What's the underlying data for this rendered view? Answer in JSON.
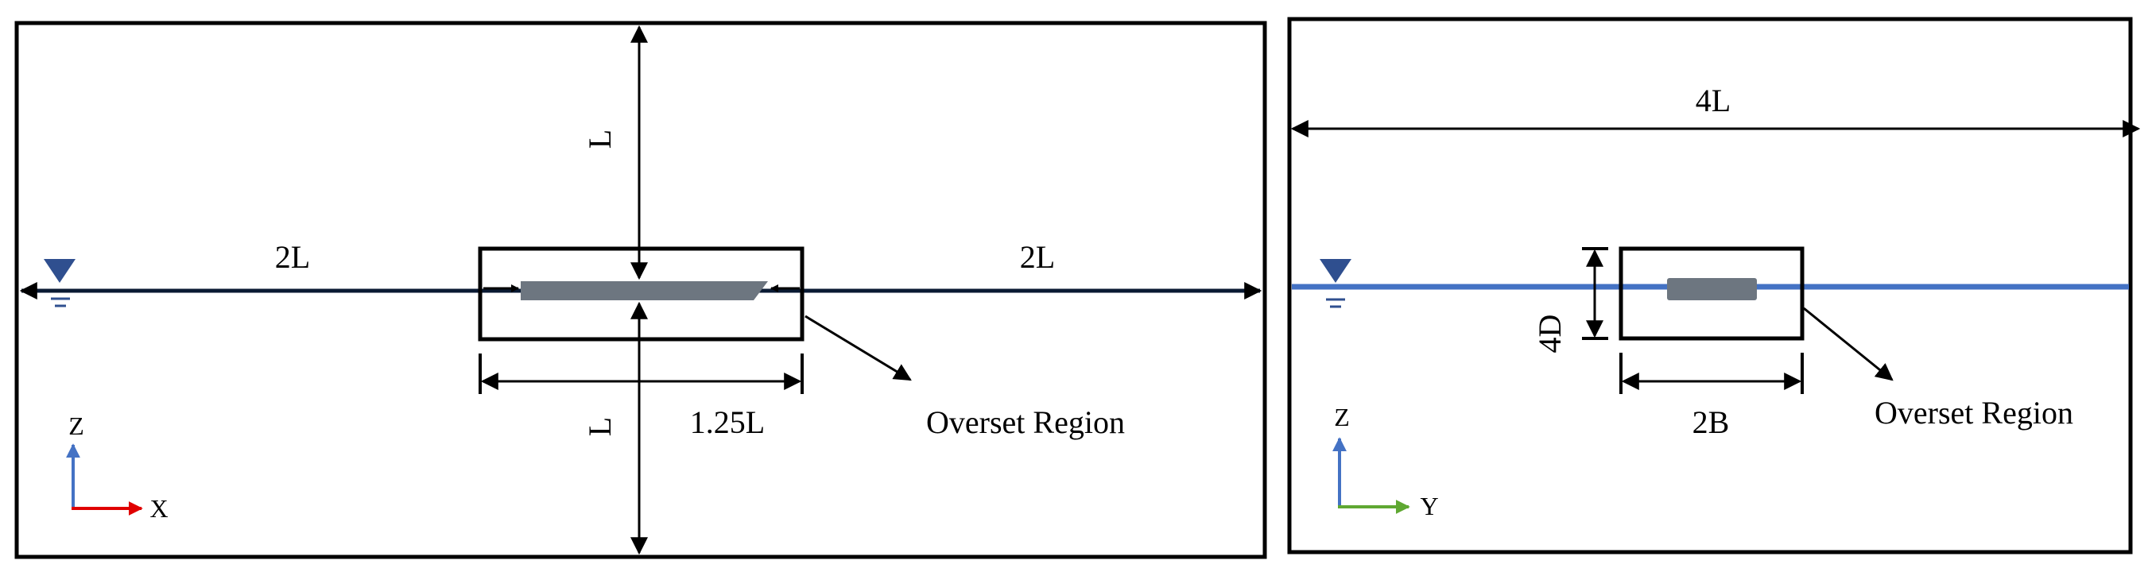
{
  "colors": {
    "frame": "#000000",
    "waterline_side": "#0a1a33",
    "waterline_front": "#4472c4",
    "hull": "#6d7680",
    "free_surface_symbol": "#2f4f8f",
    "axis_z": "#4472c4",
    "axis_x": "#e00000",
    "axis_y": "#5fa832"
  },
  "icons": {
    "free_surface": "free-surface-triangle-icon"
  },
  "side_view": {
    "label_upstream": "2L",
    "label_downstream": "2L",
    "label_top_depth": "L",
    "label_bottom_depth": "L",
    "label_overset_length": "1.25L",
    "label_overset_region": "Overset Region",
    "axis_vertical": "Z",
    "axis_horizontal": "X"
  },
  "front_view": {
    "label_width": "4L",
    "label_overset_height": "4D",
    "label_overset_width": "2B",
    "label_overset_region": "Overset Region",
    "axis_vertical": "Z",
    "axis_horizontal": "Y"
  }
}
